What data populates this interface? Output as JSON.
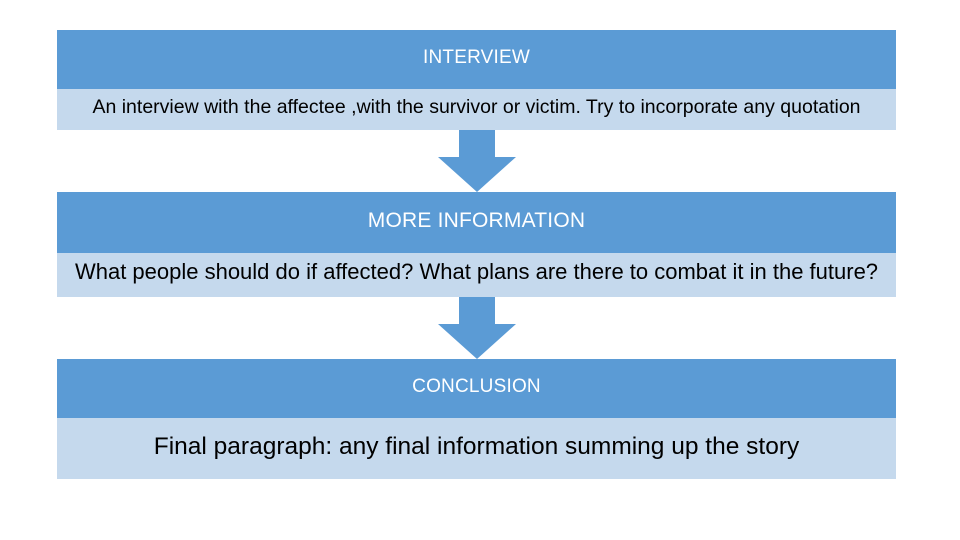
{
  "slide": {
    "background_color": "#FFFFFF",
    "accent_color": "#5B9BD5",
    "body_color": "#C5D9ED",
    "title_text_color": "#FFFFFF",
    "body_text_color": "#000000"
  },
  "flow": {
    "stages": [
      {
        "title": "INTERVIEW",
        "body": "An interview with the affectee ,with the survivor or victim. Try to incorporate any quotation"
      },
      {
        "title": "MORE INFORMATION",
        "body": "What people should do if affected? What plans are there to combat it in the future?"
      },
      {
        "title": "CONCLUSION",
        "body": "Final paragraph: any final information summing up the story"
      }
    ],
    "connectors": [
      {
        "icon": "arrow-down-icon"
      },
      {
        "icon": "arrow-down-icon"
      }
    ]
  }
}
